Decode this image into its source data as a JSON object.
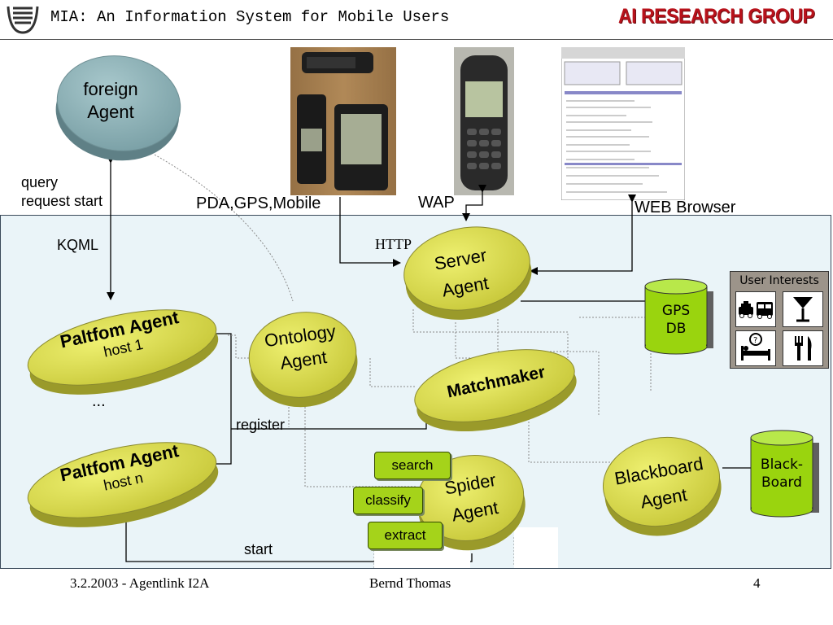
{
  "header": {
    "title": "MIA: An Information System for Mobile Users",
    "brand": "AI RESEARCH GROUP"
  },
  "labels": {
    "query_line1": "query",
    "query_line2": "request start",
    "kqml": "KQML",
    "pda": "PDA,GPS,Mobile",
    "wap": "WAP",
    "web_browser": "WEB Browser",
    "http": "HTTP",
    "register": "register",
    "start": "start",
    "ellipsis": "..."
  },
  "nodes": {
    "foreign_agent": [
      "foreign",
      "Agent"
    ],
    "server_agent": [
      "Server",
      "Agent"
    ],
    "platform_agent_1": [
      "Paltfom Agent",
      "host 1"
    ],
    "platform_agent_n": [
      "Paltfom Agent",
      "host n"
    ],
    "ontology_agent": [
      "Ontology",
      "Agent"
    ],
    "matchmaker": "Matchmaker",
    "spider_agent": [
      "Spider",
      "Agent"
    ],
    "blackboard_agent": [
      "Blackboard",
      "Agent"
    ],
    "gps_db": [
      "GPS",
      "DB"
    ],
    "blackboard_store": [
      "Black-",
      "Board"
    ]
  },
  "spider_tasks": [
    "search",
    "classify",
    "extract"
  ],
  "user_interests": {
    "title": "User Interests",
    "icons": [
      "taxi-bus-icon",
      "cocktail-icon",
      "hotel-icon",
      "restaurant-icon"
    ]
  },
  "footer": {
    "date": "3.2.2003 - Agentlink I2A",
    "author": "Bernd Thomas",
    "page": "4"
  },
  "colors": {
    "agent_yellow": "#dede4e",
    "foreign_blue": "#8fb3b8",
    "db_green": "#9ad40e",
    "panel_bg": "#eaf4f8",
    "brand_red": "#b8121b"
  }
}
